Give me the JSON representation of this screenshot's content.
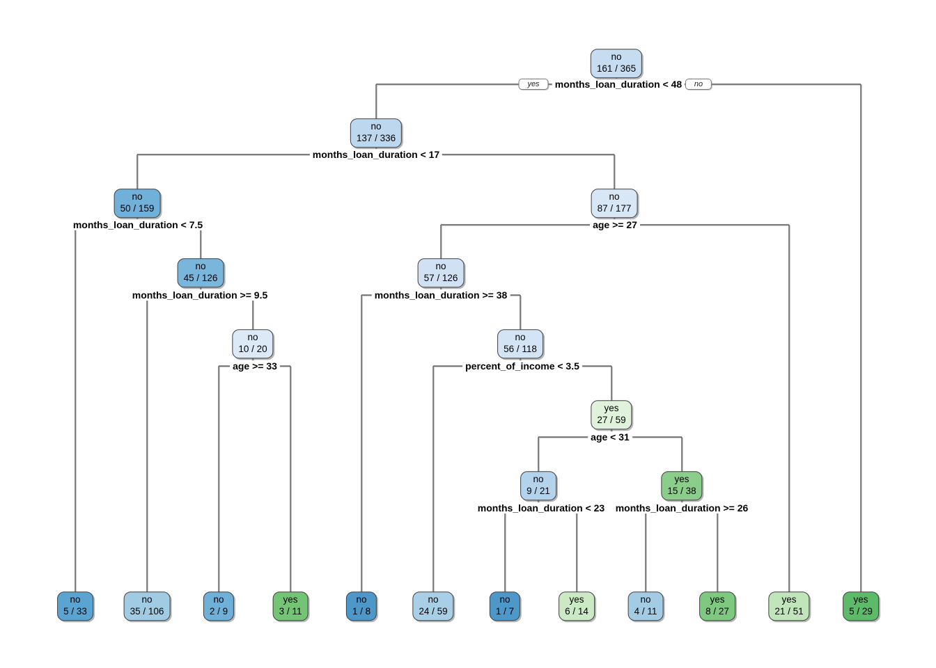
{
  "diagram": {
    "type": "decision-tree",
    "target_classes": [
      "no",
      "yes"
    ],
    "line_color": "#5a5a5a",
    "class_color_families": {
      "no": "blue",
      "yes": "green"
    }
  },
  "edge_labels": {
    "yes": "yes",
    "no": "no"
  },
  "splits": [
    {
      "text": "months_loan_duration < 48"
    },
    {
      "text": "months_loan_duration < 17"
    },
    {
      "text": "months_loan_duration < 7.5"
    },
    {
      "text": "age >= 27"
    },
    {
      "text": "months_loan_duration >= 9.5"
    },
    {
      "text": "months_loan_duration >= 38"
    },
    {
      "text": "age >= 33"
    },
    {
      "text": "percent_of_income < 3.5"
    },
    {
      "text": "age < 31"
    },
    {
      "text": "months_loan_duration < 23"
    },
    {
      "text": "months_loan_duration >= 26"
    }
  ],
  "nodes": [
    {
      "decision": "no",
      "count": "161 / 365",
      "fill": "#c5dcf1"
    },
    {
      "decision": "no",
      "count": "137 / 336",
      "fill": "#bdd7ee"
    },
    {
      "decision": "no",
      "count": "50 / 159",
      "fill": "#70b0d9"
    },
    {
      "decision": "no",
      "count": "87 / 177",
      "fill": "#d8e7f6"
    },
    {
      "decision": "no",
      "count": "45 / 126",
      "fill": "#7ab5dc"
    },
    {
      "decision": "no",
      "count": "10 / 20",
      "fill": "#dce9f7"
    },
    {
      "decision": "no",
      "count": "57 / 126",
      "fill": "#cfe1f3"
    },
    {
      "decision": "no",
      "count": "56 / 118",
      "fill": "#d3e4f4"
    },
    {
      "decision": "yes",
      "count": "27 / 59",
      "fill": "#e1f2dc"
    },
    {
      "decision": "no",
      "count": "9 / 21",
      "fill": "#b3d3ec"
    },
    {
      "decision": "yes",
      "count": "15 / 38",
      "fill": "#8bcd8a"
    },
    {
      "decision": "no",
      "count": "5 / 33",
      "fill": "#5ba4d1"
    },
    {
      "decision": "no",
      "count": "35 / 106",
      "fill": "#a0cbe3"
    },
    {
      "decision": "no",
      "count": "2 / 9",
      "fill": "#6fb0d8"
    },
    {
      "decision": "yes",
      "count": "3 / 11",
      "fill": "#74c476"
    },
    {
      "decision": "no",
      "count": "1 / 8",
      "fill": "#4d97c9"
    },
    {
      "decision": "no",
      "count": "24 / 59",
      "fill": "#a9cfe6"
    },
    {
      "decision": "no",
      "count": "1 / 7",
      "fill": "#4d97c9"
    },
    {
      "decision": "yes",
      "count": "6 / 14",
      "fill": "#cbe9c4"
    },
    {
      "decision": "no",
      "count": "4 / 11",
      "fill": "#a3cce4"
    },
    {
      "decision": "yes",
      "count": "8 / 27",
      "fill": "#7ec880"
    },
    {
      "decision": "yes",
      "count": "21 / 51",
      "fill": "#c0e5ba"
    },
    {
      "decision": "yes",
      "count": "5 / 29",
      "fill": "#5cba69"
    }
  ]
}
